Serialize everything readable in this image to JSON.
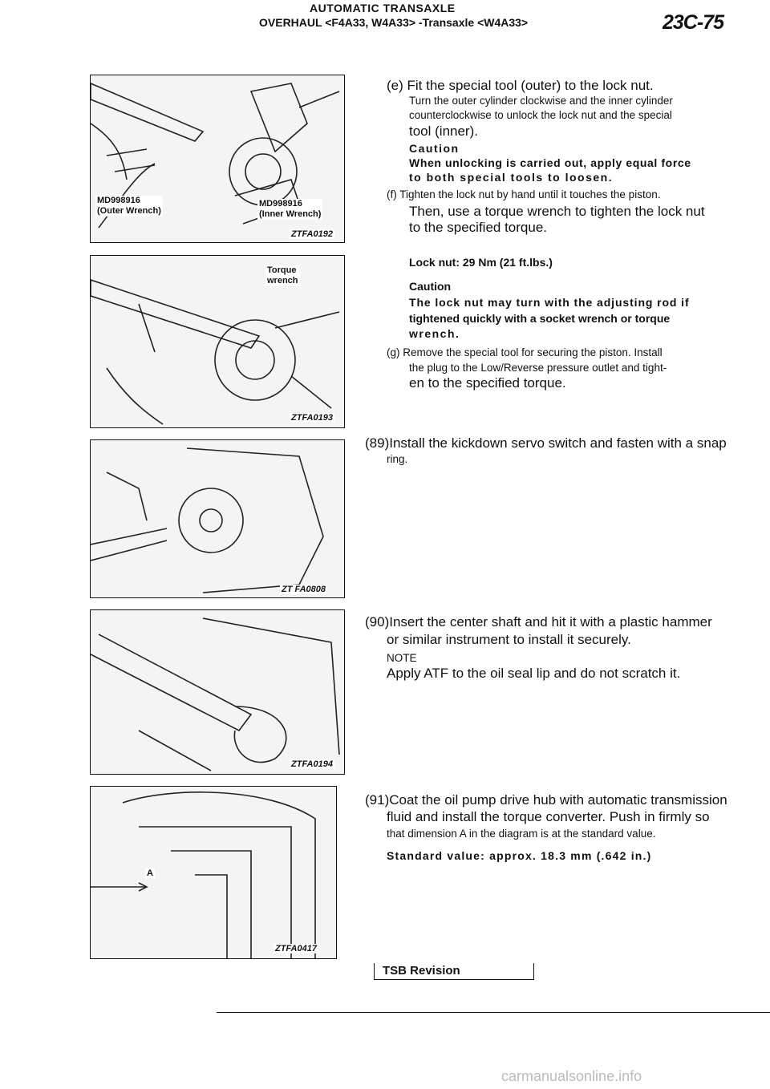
{
  "header": {
    "title": "AUTOMATIC TRANSAXLE",
    "subtitle": "OVERHAUL <F4A33, W4A33> -Transaxle <W4A33>",
    "page_code": "23C-75"
  },
  "figures": [
    {
      "code": "ZTFA0192",
      "labels": [
        "MD998916",
        "(Outer Wrench)",
        "MD998916",
        "(Inner Wrench)"
      ]
    },
    {
      "code": "ZTFA0193",
      "labels": [
        "Torque",
        "wrench"
      ]
    },
    {
      "code": "ZT FA0808",
      "labels": []
    },
    {
      "code": "ZTFA0194",
      "labels": []
    },
    {
      "code": "ZTFA0417",
      "labels": [
        "A"
      ]
    }
  ],
  "steps": {
    "e_line1": "(e) Fit the special tool (outer) to the lock nut.",
    "e_line2": "Turn the outer cylinder clockwise and the inner cylinder",
    "e_line3": "counterclockwise to unlock the lock nut and the special",
    "e_line4": "tool (inner).",
    "e_caution_label": "Caution",
    "e_caution1": "When unlocking is carried out, apply equal force",
    "e_caution2": "to both special tools to loosen.",
    "f_line1": "(f)  Tighten the lock nut by hand until it touches the piston.",
    "f_line2": "Then, use a torque wrench to tighten the lock nut",
    "f_line3": "to the specified torque.",
    "f_spec": "Lock nut: 29 Nm (21 ft.lbs.)",
    "f_caution_label": "Caution",
    "f_caution1": "The lock nut may turn with the adjusting rod if",
    "f_caution2": "tightened quickly with a socket wrench or torque",
    "f_caution3": "wrench.",
    "g_line1": "(g)  Remove the special tool for securing the piston. Install",
    "g_line2": "the plug to the Low/Reverse pressure outlet and tight-",
    "g_line3": "en to the specified torque.",
    "s89_line1": "(89)Install the kickdown servo switch and fasten with a snap",
    "s89_line2": "ring.",
    "s90_line1": "(90)Insert the center shaft and hit it with a plastic hammer",
    "s90_line2": "or similar instrument to install it securely.",
    "s90_note_label": "NOTE",
    "s90_note": "Apply ATF to the oil seal lip and do not scratch it.",
    "s91_line1": "(91)Coat the oil pump drive hub with automatic transmission",
    "s91_line2": "fluid and install the torque converter. Push in firmly so",
    "s91_line3": "that dimension A in the diagram is at the standard value.",
    "s91_spec": "Standard value: approx. 18.3 mm (.642 in.)"
  },
  "footer": {
    "tsb": "TSB Revision",
    "watermark": "carmanualsonline.info"
  }
}
